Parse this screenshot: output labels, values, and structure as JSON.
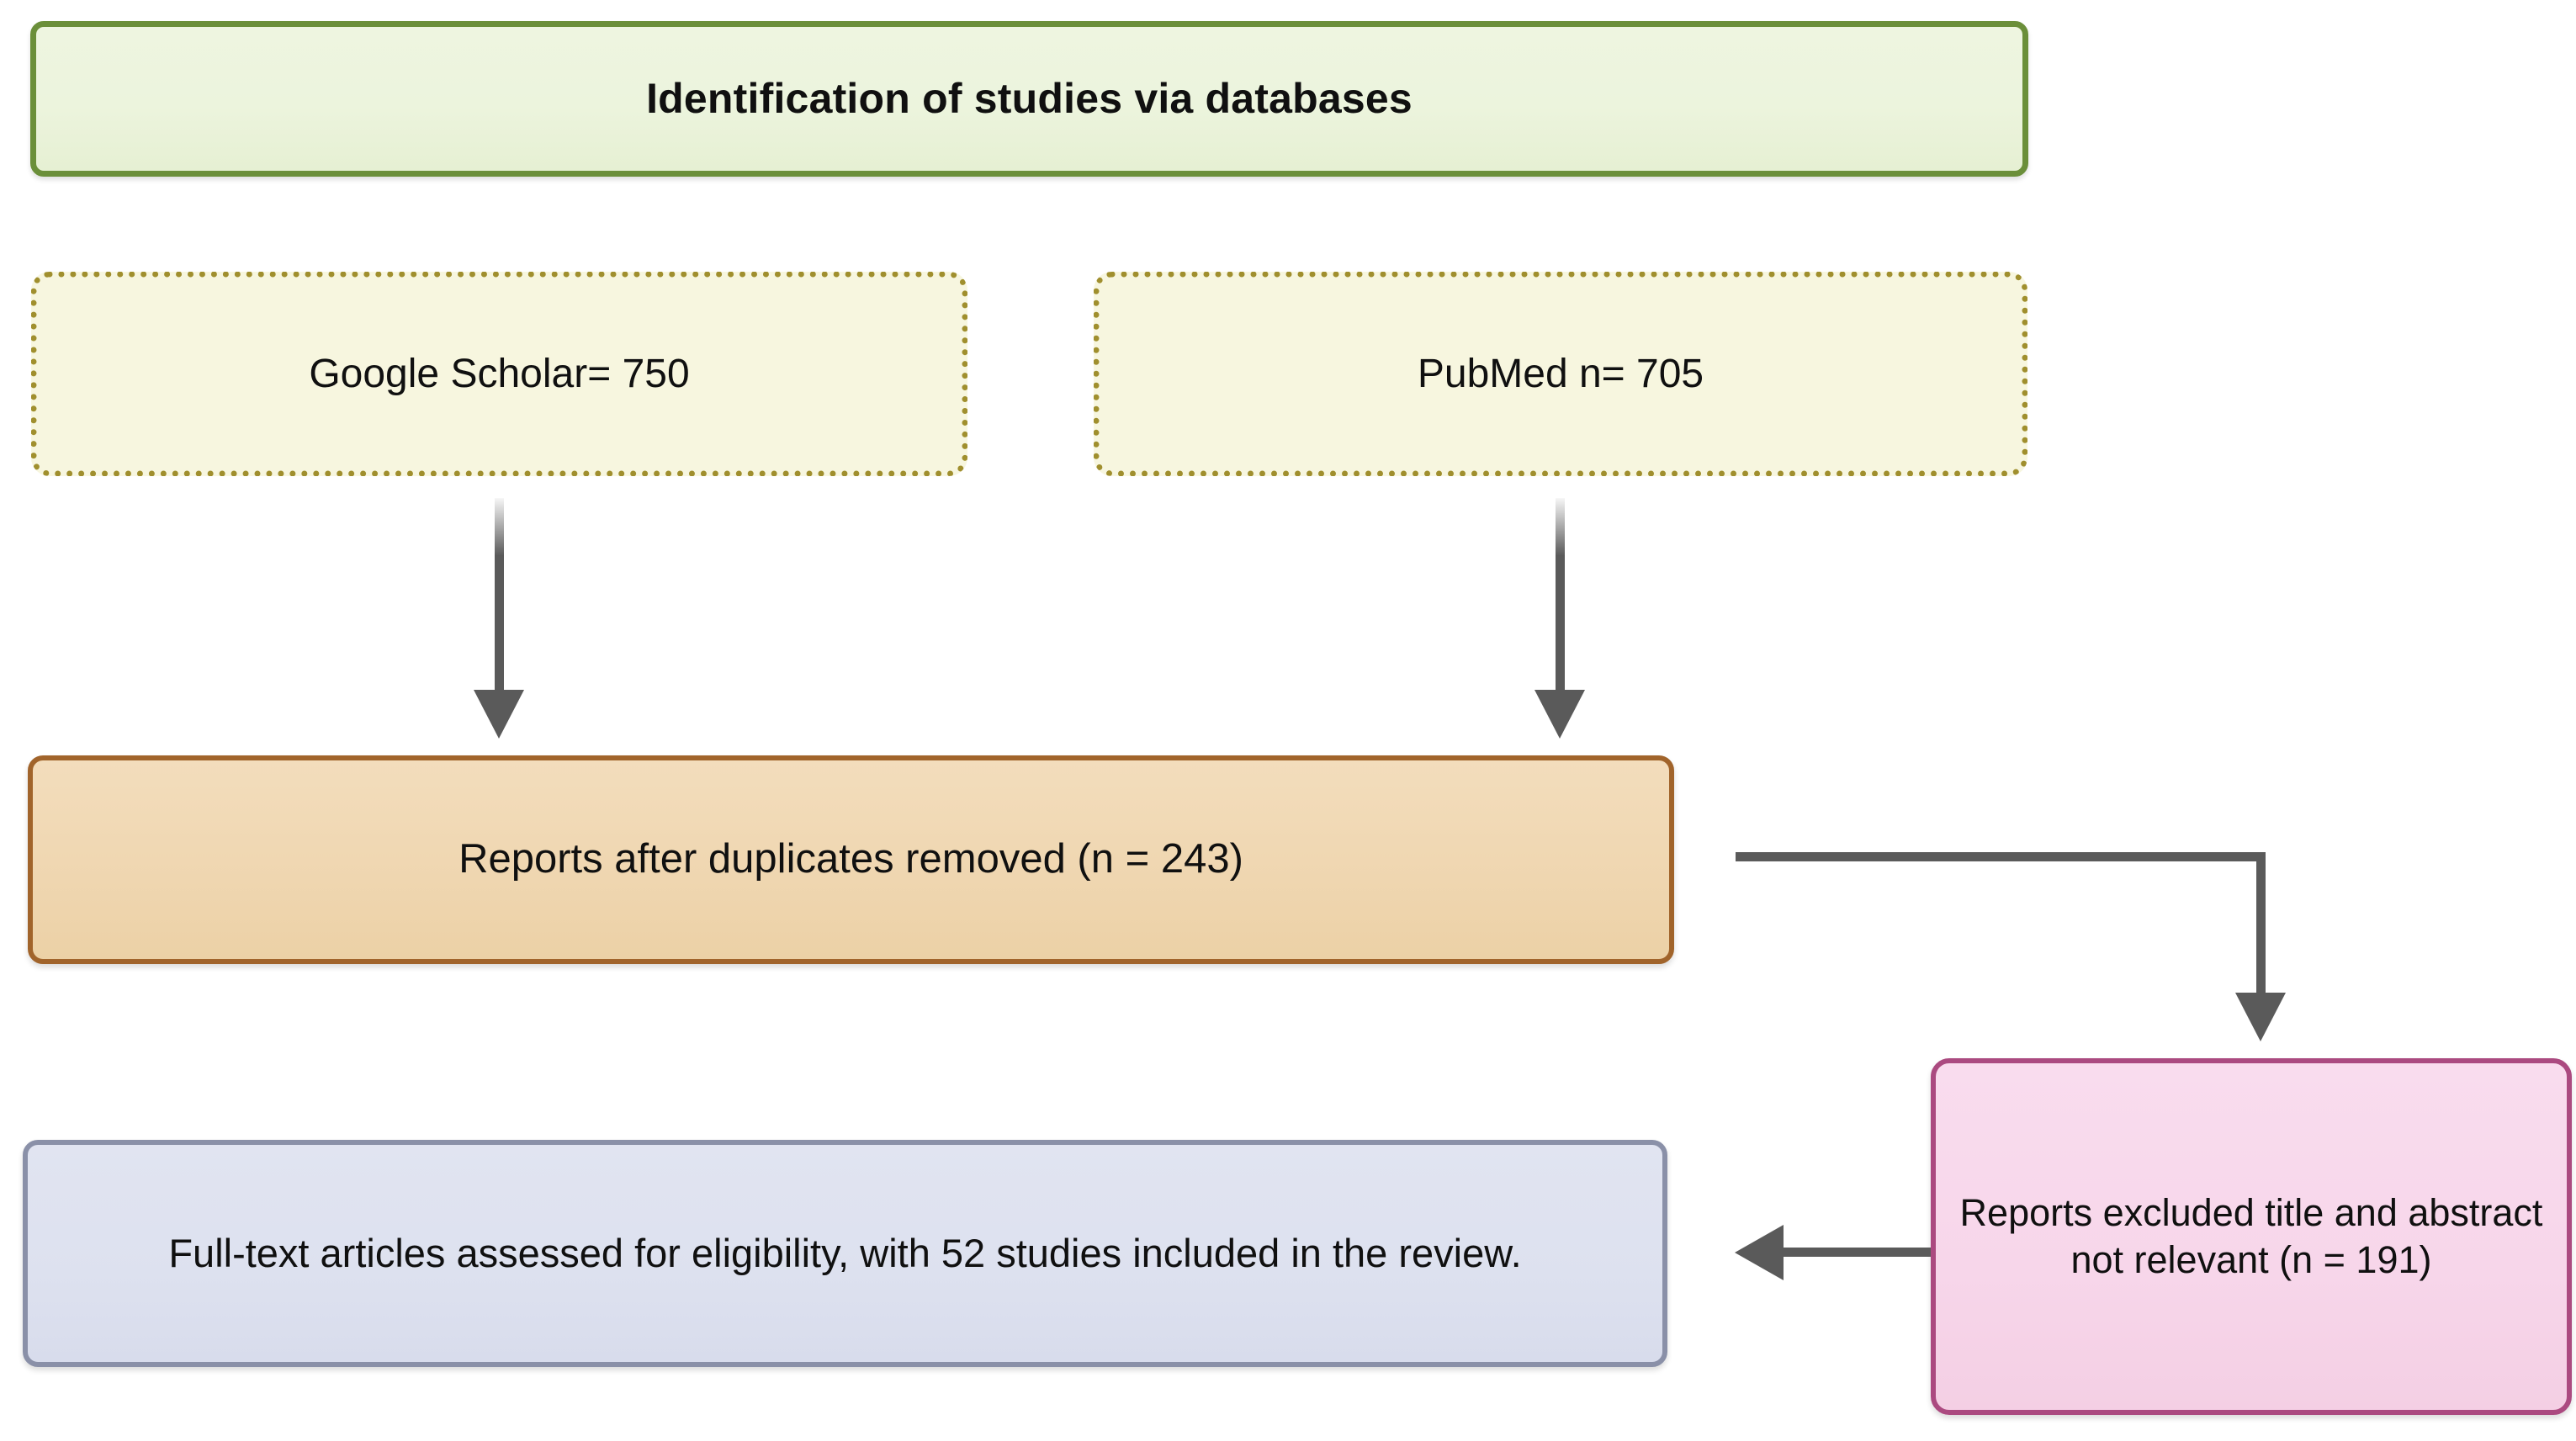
{
  "diagram": {
    "type": "prisma-flow-diagram",
    "background_color": "#ffffff",
    "nodes": {
      "header": {
        "label": "Identification of studies via databases",
        "fill_color": "#ecf4dd",
        "border_color": "#6b8f3a",
        "border_style": "solid"
      },
      "source_1": {
        "label": "Google Scholar= 750",
        "count": 750,
        "fill_color": "#f7f6df",
        "border_color": "#a08f2e",
        "border_style": "dotted"
      },
      "source_2": {
        "label": "PubMed n= 705",
        "count": 705,
        "fill_color": "#f7f6df",
        "border_color": "#a08f2e",
        "border_style": "dotted"
      },
      "duplicates": {
        "label": "Reports after duplicates removed (n = 243)",
        "count": 243,
        "fill_color": "#efd6b0",
        "border_color": "#a1642b",
        "border_style": "solid"
      },
      "excluded": {
        "label": "Reports excluded title and abstract not relevant (n = 191)",
        "count": 191,
        "fill_color": "#f7d6ea",
        "border_color": "#ab4a80",
        "border_style": "solid"
      },
      "included": {
        "label": "Full-text articles assessed for eligibility, with 52 studies included in the review.",
        "count": 52,
        "fill_color": "#dde1ef",
        "border_color": "#8a90a8",
        "border_style": "solid"
      }
    },
    "connectors": [
      {
        "from": "source_1",
        "to": "duplicates",
        "shape": "straight-down",
        "color": "#5a5a5a"
      },
      {
        "from": "source_2",
        "to": "duplicates",
        "shape": "straight-down",
        "color": "#5a5a5a"
      },
      {
        "from": "duplicates",
        "to": "excluded",
        "shape": "elbow-right-down",
        "color": "#5a5a5a"
      },
      {
        "from": "excluded",
        "to": "included",
        "shape": "straight-left",
        "color": "#5a5a5a"
      }
    ]
  }
}
